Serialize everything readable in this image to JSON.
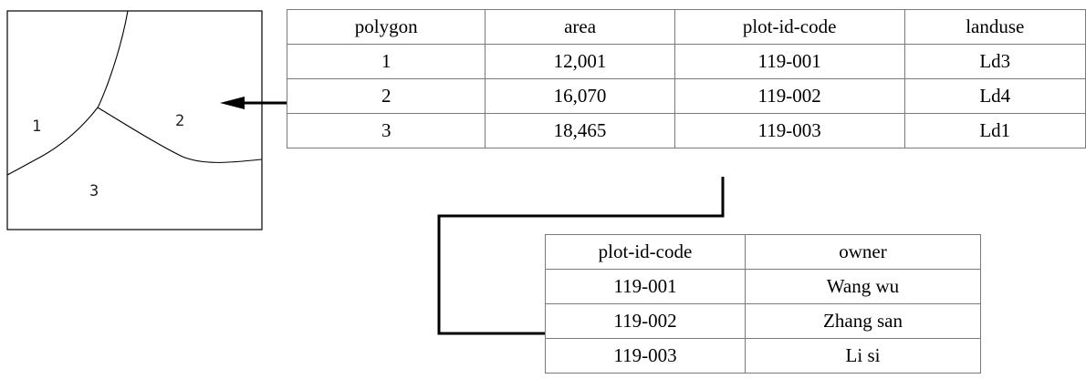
{
  "map": {
    "polygon_labels": [
      "1",
      "2",
      "3"
    ]
  },
  "polygon_table": {
    "headers": [
      "polygon",
      "area",
      "plot-id-code",
      "landuse"
    ],
    "rows": [
      [
        "1",
        "12,001",
        "119-001",
        "Ld3"
      ],
      [
        "2",
        "16,070",
        "119-002",
        "Ld4"
      ],
      [
        "3",
        "18,465",
        "119-003",
        "Ld1"
      ]
    ]
  },
  "owner_table": {
    "headers": [
      "plot-id-code",
      "owner"
    ],
    "rows": [
      [
        "119-001",
        "Wang wu"
      ],
      [
        "119-002",
        "Zhang san"
      ],
      [
        "119-003",
        "Li si"
      ]
    ]
  }
}
